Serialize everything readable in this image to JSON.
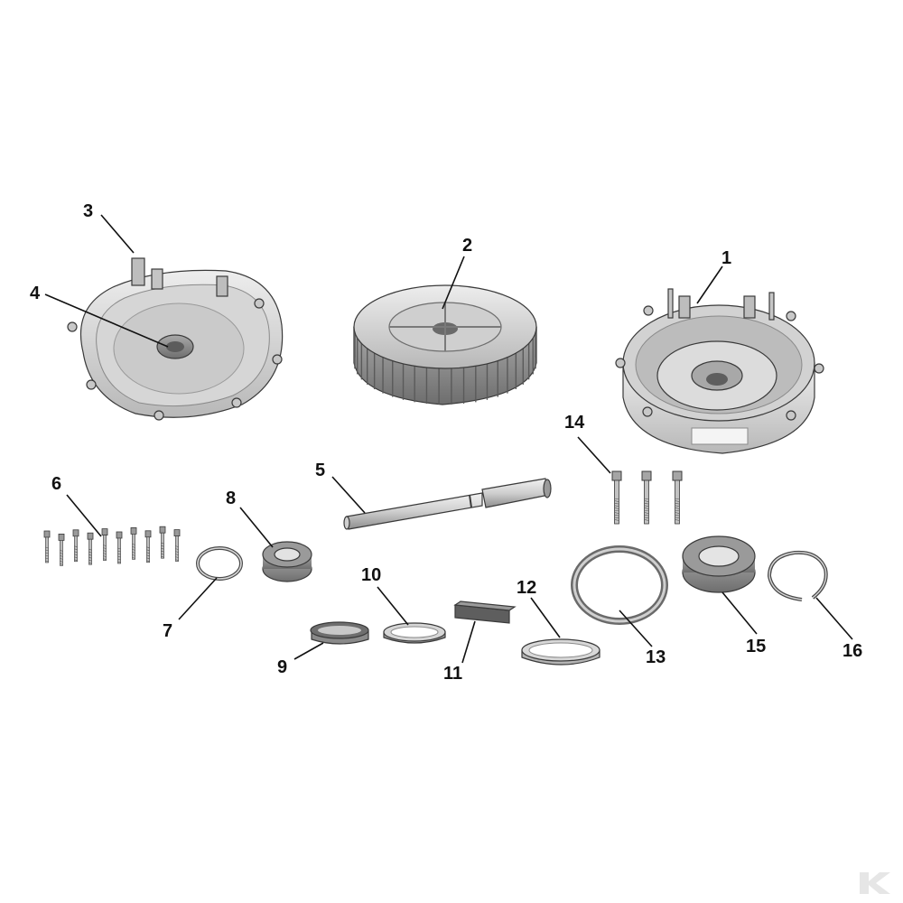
{
  "diagram": {
    "type": "exploded-parts-view",
    "palette": {
      "background": "#ffffff",
      "metal_light": "#e2e2e2",
      "metal_mid": "#bdbdbd",
      "metal_dark": "#7d7d7d",
      "outline": "#3a3a3a",
      "label": "#111111"
    },
    "parts": [
      {
        "number": "1",
        "icon": "rear-housing-icon"
      },
      {
        "number": "2",
        "icon": "finned-rotor-icon"
      },
      {
        "number": "3",
        "icon": "front-cover-icon"
      },
      {
        "number": "4",
        "icon": "cover-bearing-icon"
      },
      {
        "number": "5",
        "icon": "shaft-icon"
      },
      {
        "number": "6",
        "icon": "cover-screws-icon"
      },
      {
        "number": "7",
        "icon": "small-circlip-icon"
      },
      {
        "number": "8",
        "icon": "small-ball-bearing-icon"
      },
      {
        "number": "9",
        "icon": "split-spacer-icon"
      },
      {
        "number": "10",
        "icon": "thin-washer-icon"
      },
      {
        "number": "11",
        "icon": "shaft-key-icon"
      },
      {
        "number": "12",
        "icon": "spacer-ring-icon"
      },
      {
        "number": "13",
        "icon": "seal-ring-icon"
      },
      {
        "number": "14",
        "icon": "housing-screws-icon"
      },
      {
        "number": "15",
        "icon": "large-ball-bearing-icon"
      },
      {
        "number": "16",
        "icon": "large-circlip-icon"
      }
    ]
  }
}
